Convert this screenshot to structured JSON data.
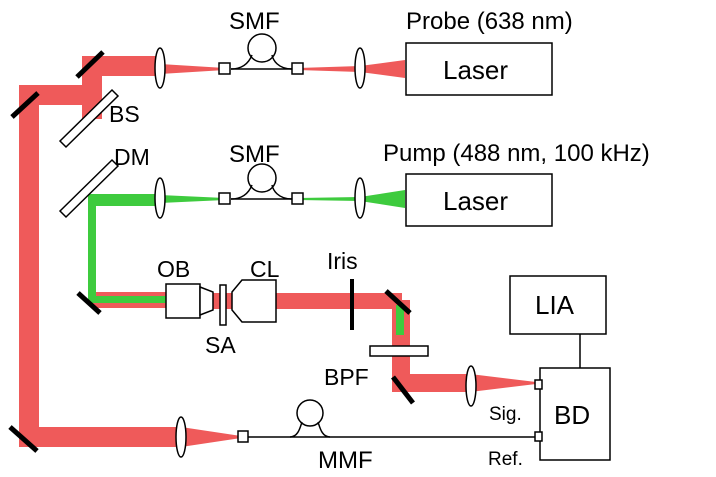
{
  "colors": {
    "probe_beam": "#ef5a5a",
    "pump_beam": "#3ecb3e",
    "ink": "#000000"
  },
  "labels": {
    "smf_top": "SMF",
    "probe_title": "Probe (638 nm)",
    "laser_probe": "Laser",
    "bs": "BS",
    "dm": "DM",
    "smf_mid": "SMF",
    "pump_title": "Pump (488 nm, 100 kHz)",
    "laser_pump": "Laser",
    "ob": "OB",
    "cl": "CL",
    "iris": "Iris",
    "sa": "SA",
    "lia": "LIA",
    "bpf": "BPF",
    "sig": "Sig.",
    "bd": "BD",
    "ref": "Ref.",
    "mmf": "MMF"
  }
}
